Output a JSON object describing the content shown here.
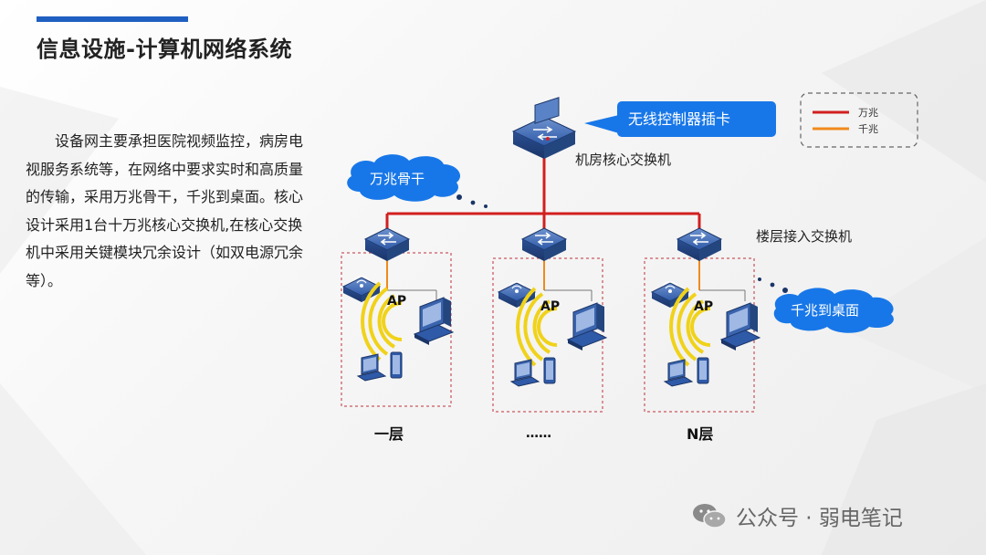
{
  "slide": {
    "title": "信息设施-计算机网络系统",
    "description": "设备网主要承担医院视频监控，病房电视服务系统等，在网络中要求实时和高质量的传输，采用万兆骨干，千兆到桌面。核心设计采用1台十万兆核心交换机,在核心交换机中采用关键模块冗余设计（如双电源冗余等）。"
  },
  "diagram": {
    "controller_label": "无线控制器插卡",
    "core_label": "机房核心交换机",
    "backbone_cloud": "万兆骨干",
    "access_label": "楼层接入交换机",
    "desktop_cloud": "千兆到桌面",
    "legend": [
      {
        "label": "万兆",
        "color": "#d21f1f"
      },
      {
        "label": "千兆",
        "color": "#f08a1c"
      }
    ],
    "ap_label": "AP",
    "floors": [
      "一层",
      "……",
      "N层"
    ]
  },
  "watermark": {
    "text": "公众号 · 弱电笔记"
  }
}
